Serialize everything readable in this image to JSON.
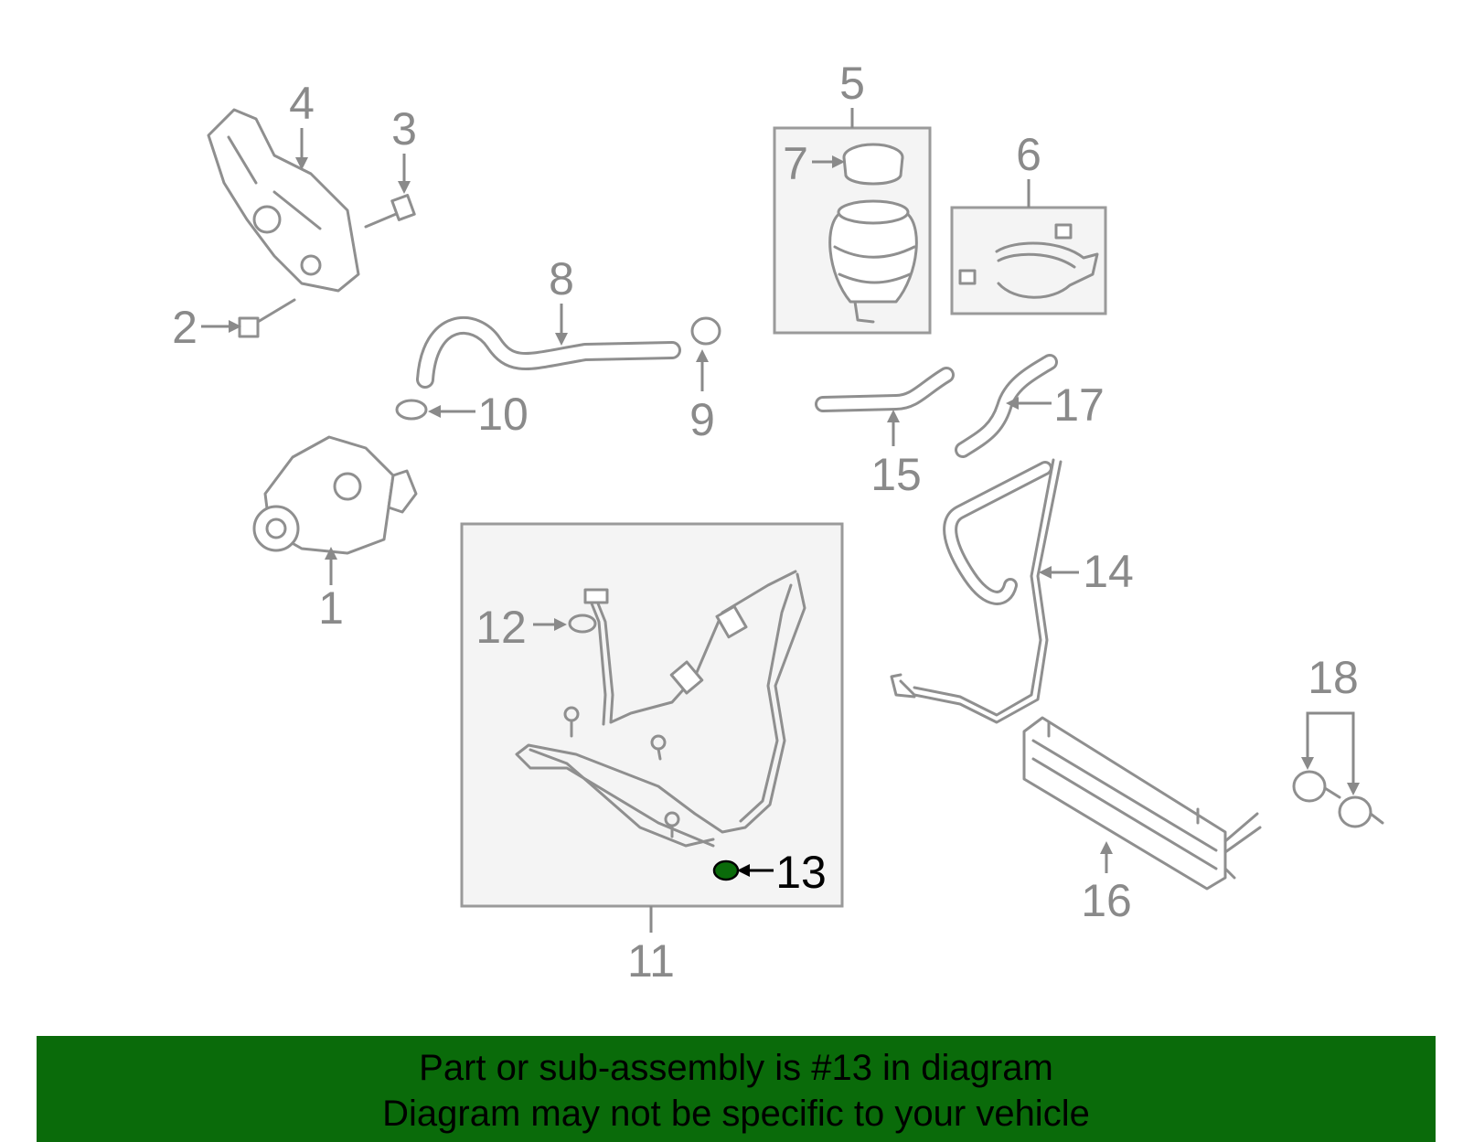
{
  "diagram": {
    "callouts": [
      "1",
      "2",
      "3",
      "4",
      "5",
      "6",
      "7",
      "8",
      "9",
      "10",
      "11",
      "12",
      "13",
      "14",
      "15",
      "16",
      "17",
      "18"
    ],
    "highlighted_callout": "13"
  },
  "colors": {
    "line_gray": "#8f8f8f",
    "highlight_part": "#0a6b0a",
    "banner_bg": "#0a6b0a",
    "banner_text": "#000000"
  },
  "banner": {
    "line1": "Part or sub-assembly is #13 in diagram",
    "line2": "Diagram may not be specific to your vehicle"
  }
}
